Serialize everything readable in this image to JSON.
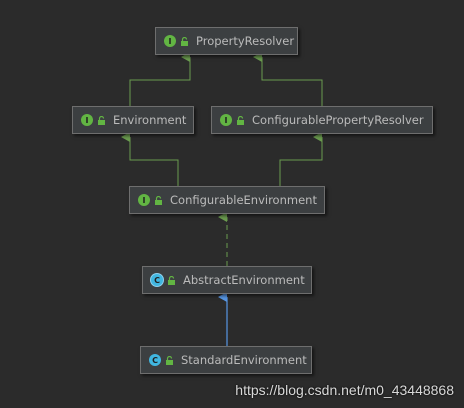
{
  "nodes": {
    "property_resolver": {
      "label": "PropertyResolver",
      "kind": "interface",
      "badge": "I"
    },
    "environment": {
      "label": "Environment",
      "kind": "interface",
      "badge": "I"
    },
    "configurable_property_resolver": {
      "label": "ConfigurablePropertyResolver",
      "kind": "interface",
      "badge": "I"
    },
    "configurable_environment": {
      "label": "ConfigurableEnvironment",
      "kind": "interface",
      "badge": "I"
    },
    "abstract_environment": {
      "label": "AbstractEnvironment",
      "kind": "abstract-class",
      "badge": "C"
    },
    "standard_environment": {
      "label": "StandardEnvironment",
      "kind": "class",
      "badge": "C"
    }
  },
  "edges": [
    {
      "from": "environment",
      "to": "property_resolver",
      "type": "extends"
    },
    {
      "from": "configurable_property_resolver",
      "to": "property_resolver",
      "type": "extends"
    },
    {
      "from": "configurable_environment",
      "to": "environment",
      "type": "extends"
    },
    {
      "from": "configurable_environment",
      "to": "configurable_property_resolver",
      "type": "extends"
    },
    {
      "from": "abstract_environment",
      "to": "configurable_environment",
      "type": "implements"
    },
    {
      "from": "standard_environment",
      "to": "abstract_environment",
      "type": "extends"
    }
  ],
  "colors": {
    "background": "#2b2b2b",
    "node_fill": "#3c3f41",
    "node_border": "#6e6e6e",
    "interface_badge": "#62b543",
    "class_badge": "#40b6e0",
    "interface_edge": "#6a9b4f",
    "class_edge": "#5796e3",
    "label": "#bbbbbb"
  },
  "watermark": "https://blog.csdn.net/m0_43448868"
}
